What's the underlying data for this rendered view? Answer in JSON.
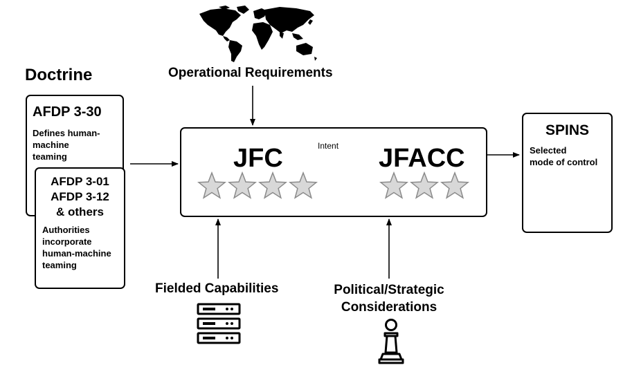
{
  "doctrine": {
    "title": "Doctrine",
    "card1": {
      "title": "AFDP 3-30",
      "body": [
        "Defines human-",
        "machine",
        "teaming"
      ]
    },
    "card2": {
      "titles": [
        "AFDP 3-01",
        "AFDP 3-12",
        "& others"
      ],
      "body": [
        "Authorities",
        "incorporate",
        "human-machine",
        "teaming"
      ]
    }
  },
  "operational": {
    "label": "Operational Requirements",
    "icon": "world-map-icon"
  },
  "command": {
    "jfc": {
      "label": "JFC",
      "stars": 4
    },
    "jfacc": {
      "label": "JFACC",
      "stars": 3
    },
    "intent_label": "Intent"
  },
  "spins": {
    "title": "SPINS",
    "body": [
      "Selected",
      "mode of control"
    ]
  },
  "fielded": {
    "label": "Fielded Capabilities",
    "icon": "server-rack-icon"
  },
  "political": {
    "label": [
      "Political/Strategic",
      "Considerations"
    ],
    "icon": "chess-pawn-icon"
  },
  "colors": {
    "line": "#000000",
    "star_fill": "#d8d8d8",
    "star_stroke": "#8a8a8a"
  }
}
